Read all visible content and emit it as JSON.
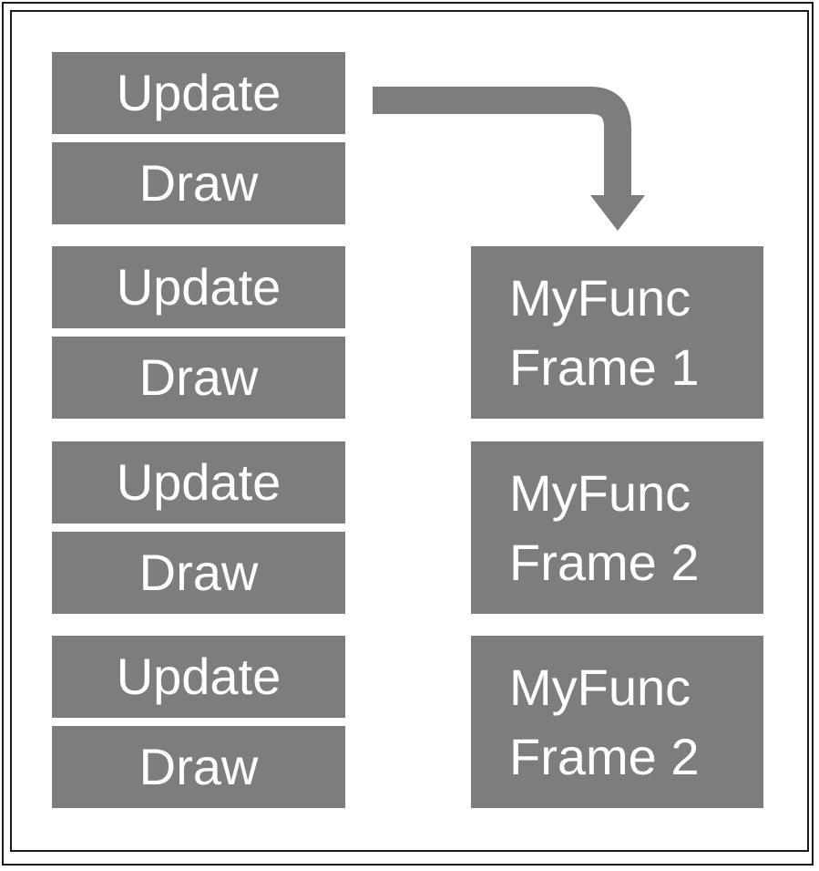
{
  "loop_steps": [
    {
      "update": "Update",
      "draw": "Draw"
    },
    {
      "update": "Update",
      "draw": "Draw"
    },
    {
      "update": "Update",
      "draw": "Draw"
    },
    {
      "update": "Update",
      "draw": "Draw"
    }
  ],
  "func_frames": [
    {
      "name": "MyFunc",
      "frame": "Frame 1"
    },
    {
      "name": "MyFunc",
      "frame": "Frame 2"
    },
    {
      "name": "MyFunc",
      "frame": "Frame 2"
    }
  ],
  "colors": {
    "block": "#7d7d7d",
    "text": "#ffffff",
    "border": "#1a1a1a",
    "background": "#ffffff"
  }
}
